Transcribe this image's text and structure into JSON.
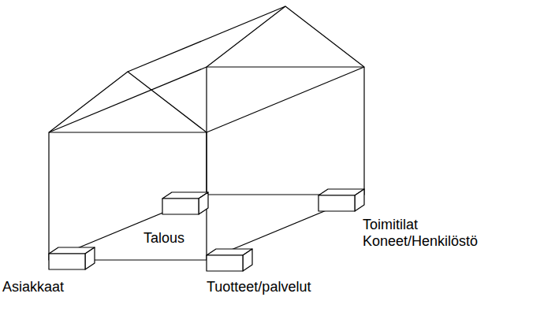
{
  "diagram": {
    "labels": [
      "Talous",
      "Asiakkaat",
      "Tuotteet/palvelut",
      "Toimitilat Koneet/Henkilöstö"
    ]
  }
}
